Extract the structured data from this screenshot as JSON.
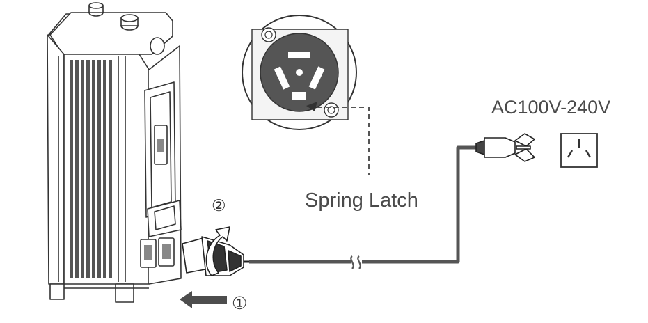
{
  "labels": {
    "voltage": "AC100V-240V",
    "spring_latch": "Spring Latch",
    "step_1": "①",
    "step_2": "②"
  },
  "icons": {
    "unit": "power-station-unit-icon",
    "connector_detail": "connector-face-detail-icon",
    "plug": "ac-power-plug-icon",
    "outlet": "wall-socket-icon",
    "insert_arrow": "insert-arrow-icon",
    "rotate_arrow": "rotate-arrow-icon",
    "cable_break": "cable-break-icon"
  },
  "colors": {
    "line": "#333333",
    "fill_dark": "#4d4d4d",
    "fill_light": "#e6e6e6",
    "text": "#4a4a4a"
  }
}
